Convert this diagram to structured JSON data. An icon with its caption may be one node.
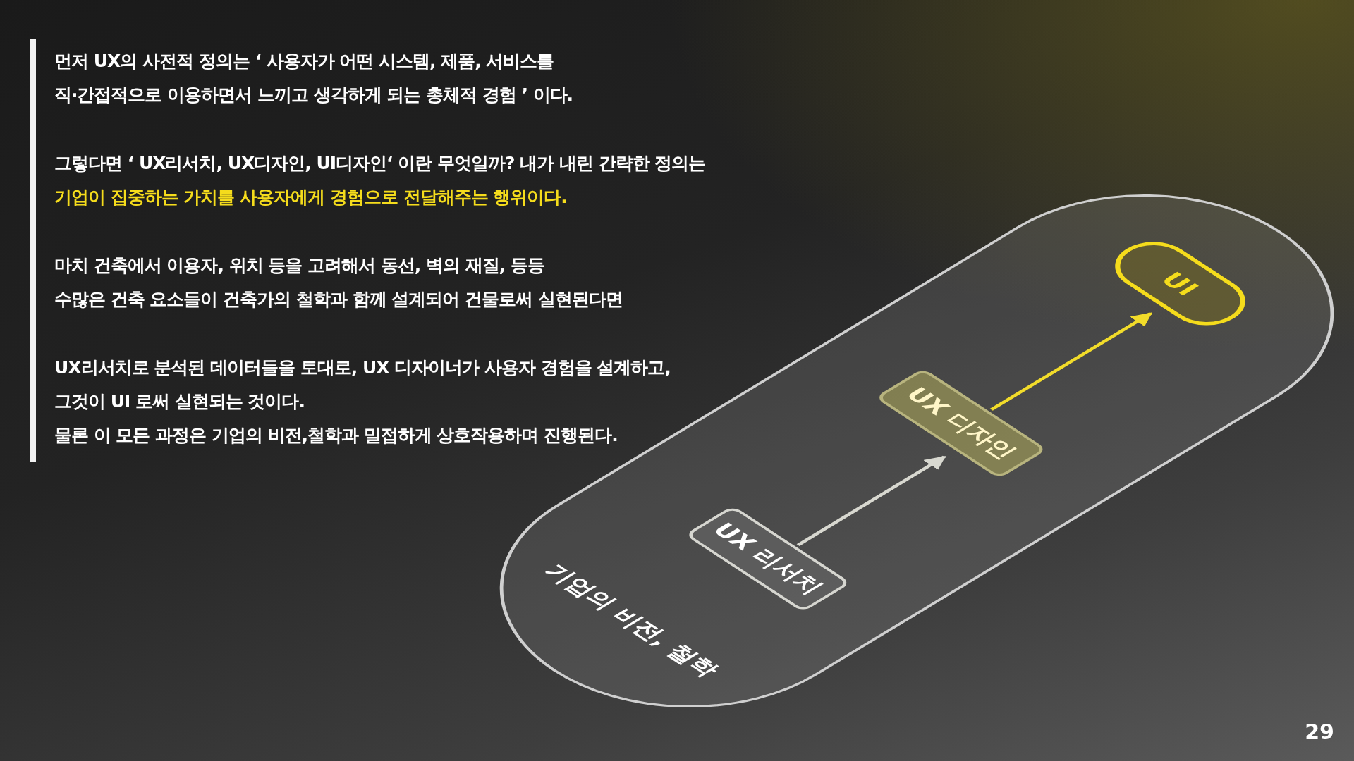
{
  "diagram": {
    "nodes": [
      {
        "text": [
          "기업의 비전, 철학"
        ]
      },
      {
        "text": [
          "UX 리서치"
        ],
        "in": 0
      },
      {
        "text": [
          "UX 디자인"
        ],
        "in": 0
      },
      {
        "text": [
          "UI"
        ],
        "in": 0
      }
    ],
    "edges": [
      {
        "from": 1,
        "to": 2,
        "arrow": "to",
        "color": "#d8d8d0"
      },
      {
        "from": 2,
        "to": 3,
        "arrow": "to",
        "color": "#f2dc2a"
      }
    ],
    "labels": [
      "먼저 UX의 사전적 정의는 ‘ 사용자가 어떤 시스템, 제품, 서비스를",
      "직·간접적으로 이용하면서 느끼고 생각하게 되는 총체적 경험 ’ 이다.",
      "그렇다면 ‘ UX리서치, UX디자인, UI디자인‘ 이란 무엇일까? 내가 내린 간략한 정의는",
      "기업이 집중하는 가치를 사용자에게 경험으로 전달해주는 행위이다.",
      "마치 건축에서 이용자, 위치 등을 고려해서 동선, 벽의 재질, 등등",
      "수많은 건축 요소들이 건축가의 철학과 함께 설계되어 건물로써 실현된다면",
      "UX리서치로 분석된 데이터들을 토대로, UX 디자이너가 사용자 경험을 설계하고,",
      "그것이 UI 로써 실현되는 것이다.",
      "물론 이 모든 과정은 기업의 비전,철학과 밀접하게 상호작용하며 진행된다.",
      "29"
    ]
  }
}
